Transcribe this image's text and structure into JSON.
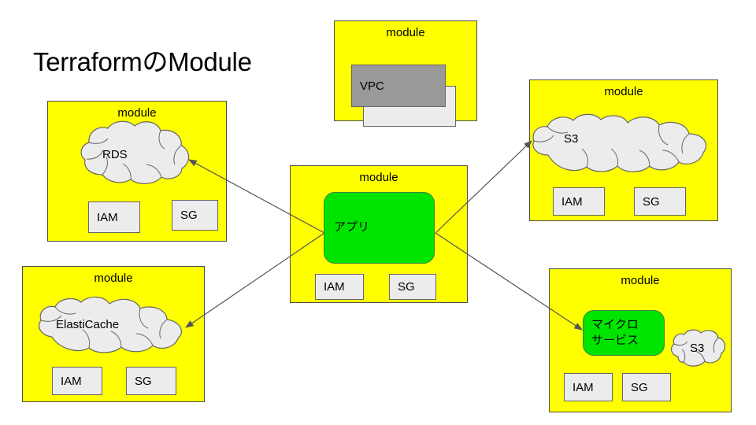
{
  "diagram": {
    "title": "TerraformのModule",
    "colors": {
      "module_fill": "#ffff00",
      "module_stroke": "#4d4d4d",
      "resource_fill": "#ececec",
      "resource_stroke": "#666666",
      "cloud_fill": "#ececec",
      "cloud_stroke": "#666666",
      "vpc_fill": "#999999",
      "app_fill": "#00e500",
      "arrow_stroke": "#555555",
      "background": "#ffffff",
      "text": "#000000"
    },
    "module_label": "module",
    "modules": [
      {
        "id": "vpc",
        "label": "module",
        "resource": {
          "name": "VPC",
          "shape": "rect-gray"
        },
        "children": []
      },
      {
        "id": "rds",
        "label": "module",
        "resource": {
          "name": "RDS",
          "shape": "cloud"
        },
        "children": [
          {
            "name": "IAM"
          },
          {
            "name": "SG"
          }
        ]
      },
      {
        "id": "app",
        "label": "module",
        "resource": {
          "name": "アプリ",
          "shape": "rounded-green"
        },
        "children": [
          {
            "name": "IAM"
          },
          {
            "name": "SG"
          }
        ]
      },
      {
        "id": "s3",
        "label": "module",
        "resource": {
          "name": "S3",
          "shape": "cloud"
        },
        "children": [
          {
            "name": "IAM"
          },
          {
            "name": "SG"
          }
        ]
      },
      {
        "id": "elasticache",
        "label": "module",
        "resource": {
          "name": "ElastiCache",
          "shape": "cloud"
        },
        "children": [
          {
            "name": "IAM"
          },
          {
            "name": "SG"
          }
        ]
      },
      {
        "id": "microservice",
        "label": "module",
        "resource": {
          "name": "マイクロ\nサービス",
          "shape": "rounded-green"
        },
        "secondary_resource": {
          "name": "S3",
          "shape": "cloud"
        },
        "children": [
          {
            "name": "IAM"
          },
          {
            "name": "SG"
          }
        ]
      }
    ],
    "connections": [
      {
        "from": "app",
        "to": "rds",
        "style": "arrow"
      },
      {
        "from": "app",
        "to": "elasticache",
        "style": "arrow"
      },
      {
        "from": "app",
        "to": "s3",
        "style": "arrow"
      },
      {
        "from": "app",
        "to": "microservice",
        "style": "arrow"
      }
    ]
  }
}
